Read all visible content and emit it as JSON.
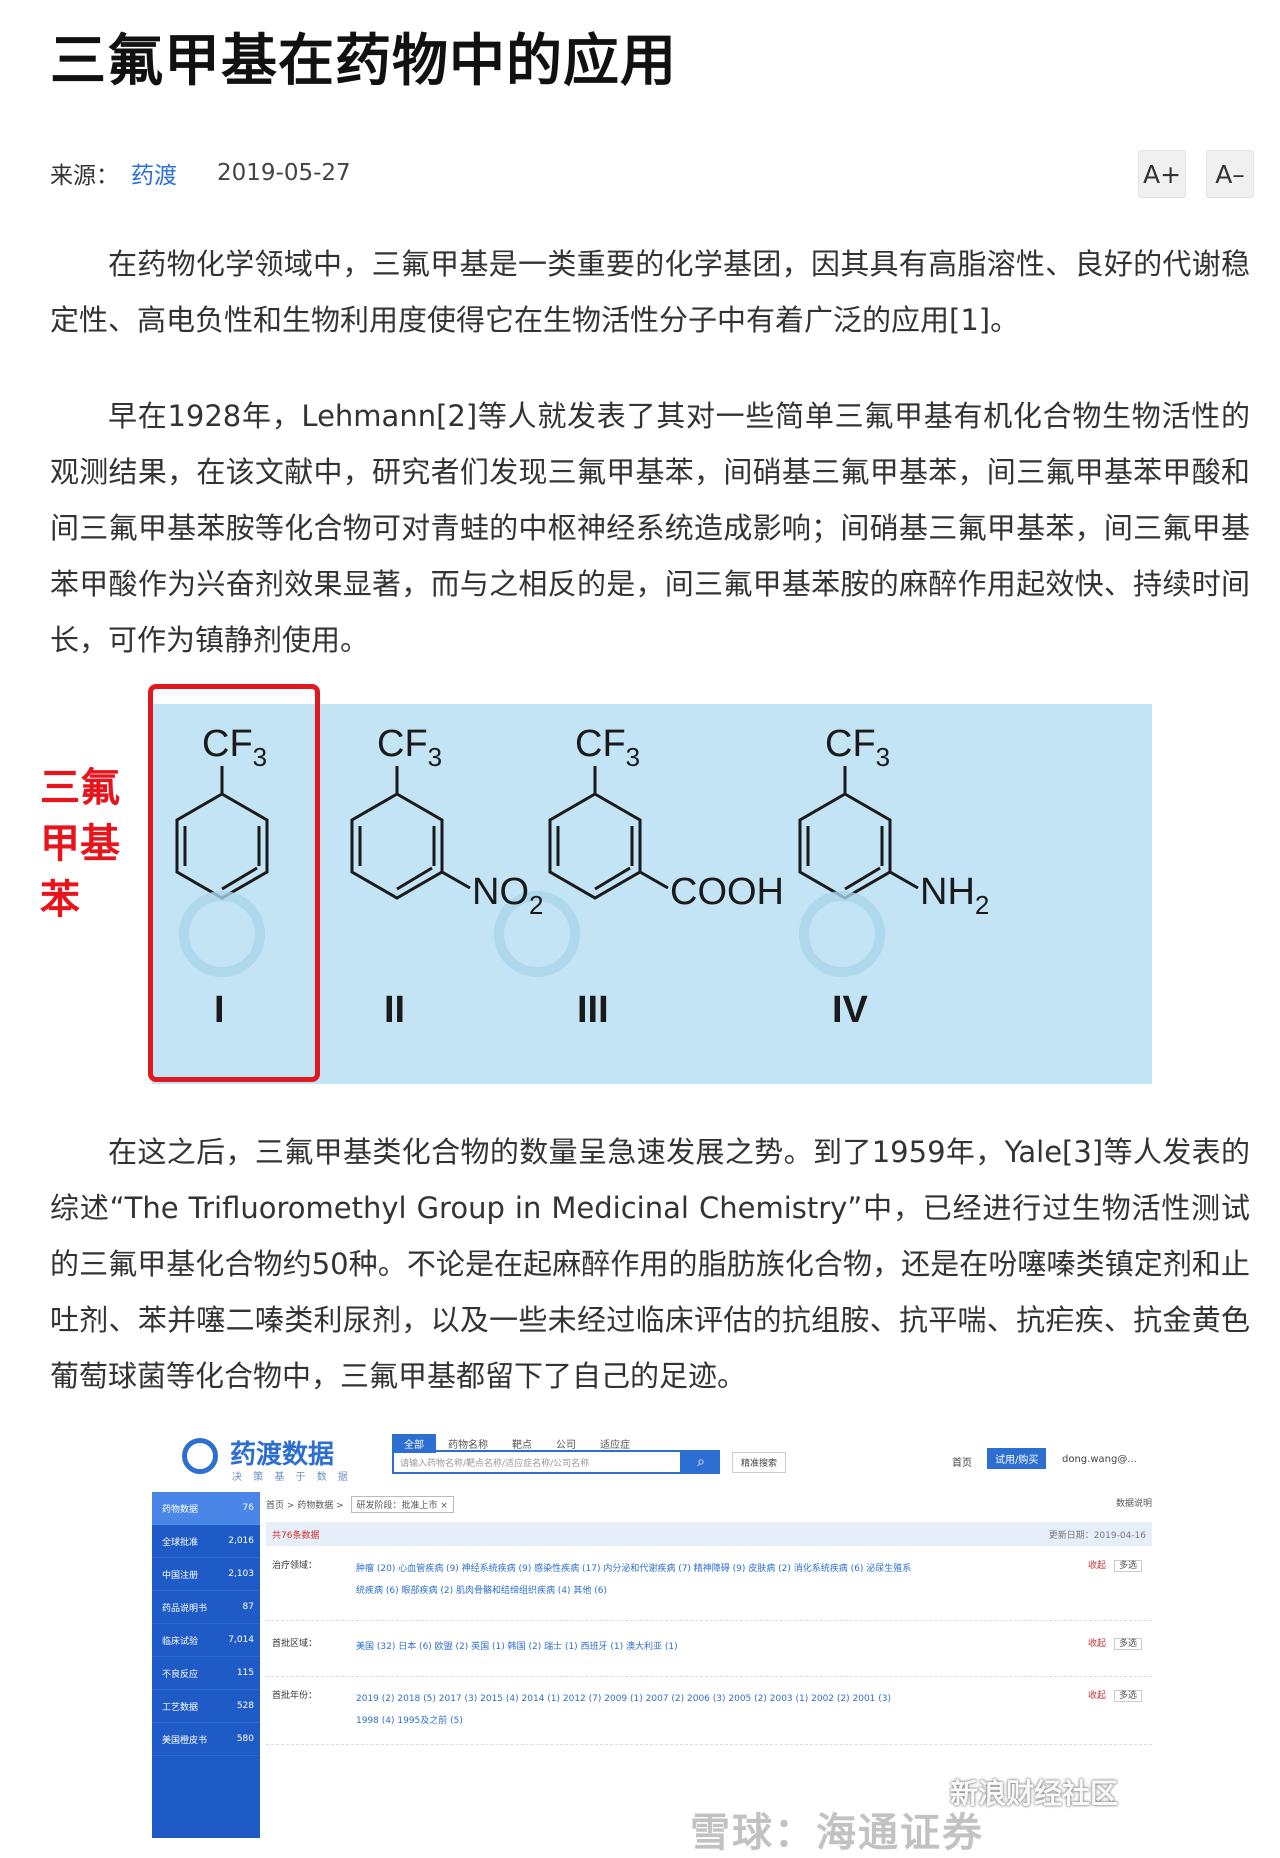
{
  "article": {
    "title": "三氟甲基在药物中的应用",
    "source_label": "来源：",
    "source_name": "药渡",
    "date": "2019-05-27",
    "font_increase": "A+",
    "font_decrease": "A–",
    "paragraphs": [
      "在药物化学领域中，三氟甲基是一类重要的化学基团，因其具有高脂溶性、良好的代谢稳定性、高电负性和生物利用度使得它在生物活性分子中有着广泛的应用[1]。",
      "早在1928年，Lehmann[2]等人就发表了其对一些简单三氟甲基有机化合物生物活性的观测结果，在该文献中，研究者们发现三氟甲基苯，间硝基三氟甲基苯，间三氟甲基苯甲酸和间三氟甲基苯胺等化合物可对青蛙的中枢神经系统造成影响；间硝基三氟甲基苯，间三氟甲基苯甲酸作为兴奋剂效果显著，而与之相反的是，间三氟甲基苯胺的麻醉作用起效快、持续时间长，可作为镇静剂使用。",
      "在这之后，三氟甲基类化合物的数量呈急速发展之势。到了1959年，Yale[3]等人发表的综述“The Trifluoromethyl Group in Medicinal Chemistry”中，已经进行过生物活性测试的三氟甲基化合物约50种。不论是在起麻醉作用的脂肪族化合物，还是在吩噻嗪类镇定剂和止吐剂、苯并噻二嗪类利尿剂，以及一些未经过临床评估的抗组胺、抗平喘、抗疟疾、抗金黄色葡萄球菌等化合物中，三氟甲基都留下了自己的足迹。"
    ]
  },
  "figure": {
    "side_label": "三氟甲基苯",
    "side_label_lines": [
      "三氟",
      "甲基",
      "苯"
    ],
    "background_color": "#c3e4f4",
    "highlight_color": "#e0181f",
    "compounds": [
      {
        "numeral": "I",
        "top_group": "CF3",
        "substituent": ""
      },
      {
        "numeral": "II",
        "top_group": "CF3",
        "substituent": "NO2"
      },
      {
        "numeral": "III",
        "top_group": "CF3",
        "substituent": "COOH"
      },
      {
        "numeral": "IV",
        "top_group": "CF3",
        "substituent": "NH2"
      }
    ]
  },
  "embedded_screenshot": {
    "logo_text": "药渡数据",
    "logo_sub": "决 策 基 于 数 据",
    "tabs": [
      "全部",
      "药物名称",
      "靶点",
      "公司",
      "适应症"
    ],
    "search_placeholder": "请输入药物名称/靶点名称/适应症名称/公司名称",
    "search_icon": "search-icon",
    "advanced_search": "精准搜索",
    "home": "首页",
    "trial_button": "试用/购买",
    "user": "dong.wang@...",
    "sidebar": [
      {
        "label": "药物数据",
        "count": "76"
      },
      {
        "label": "全球批准",
        "count": "2,016"
      },
      {
        "label": "中国注册",
        "count": "2,103"
      },
      {
        "label": "药品说明书",
        "count": "87"
      },
      {
        "label": "临床试验",
        "count": "7,014"
      },
      {
        "label": "不良反应",
        "count": "115"
      },
      {
        "label": "工艺数据",
        "count": "528"
      },
      {
        "label": "美国橙皮书",
        "count": "580"
      }
    ],
    "breadcrumb": "首页 > 药物数据 >",
    "breadcrumb_tag": "研发阶段：批准上市 ×",
    "data_note": "数据说明",
    "count_text": "共76条数据",
    "update_text": "更新日期：2019-04-16",
    "filters": [
      {
        "label": "治疗领域：",
        "values": "肿瘤 (20)  心血管疾病 (9)  神经系统疾病 (9)  感染性疾病 (17)  内分泌和代谢疾病 (7)  精神障碍 (9)  皮肤病 (2)  消化系统疾病 (6)  泌尿生殖系统疾病 (6)  眼部疾病 (2)  肌肉骨骼和结缔组织疾病 (4)  其他 (6)",
        "action": "收起",
        "multi": "多选"
      },
      {
        "label": "首批区域：",
        "values": "美国 (32)  日本 (6)  欧盟 (2)  英国 (1)  韩国 (2)  瑞士 (1)  西班牙 (1)  澳大利亚 (1)",
        "action": "收起",
        "multi": "多选"
      },
      {
        "label": "首批年份：",
        "values": "2019 (2)  2018 (5)  2017 (3)  2015 (4)  2014 (1)  2012 (7)  2009 (1)  2007 (2)  2006 (3)  2005 (2)  2003 (1)  2002 (2)  2001 (3)  1998 (4)  1995及之前 (5)",
        "action": "收起",
        "multi": "多选"
      }
    ]
  },
  "watermarks": {
    "xueqiu": "雪球：海通证券",
    "sina": "新浪财经社区"
  }
}
